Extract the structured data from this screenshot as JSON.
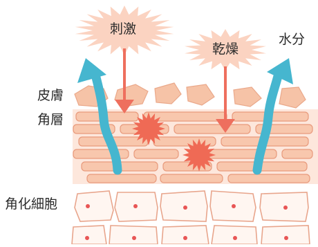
{
  "labels": {
    "stimulus": "刺激",
    "dryness": "乾燥",
    "moisture": "水分",
    "skin": "皮膚",
    "stratum_corneum": "角層",
    "keratinocytes": "角化細胞"
  },
  "colors": {
    "burst": "#fbd3c1",
    "arrow_red": "#ee6f5e",
    "arrow_blue": "#46b6cf",
    "brick_fill": "#f8c7ad",
    "brick_stroke": "#e89a7c",
    "flake_fill": "#f6c3a7",
    "band_bg": "#fde7dc",
    "cell_stroke": "#e8a58c",
    "cell_fill": "#fff6f1",
    "nucleus": "#e85555",
    "irritation": "#ef6a55"
  }
}
